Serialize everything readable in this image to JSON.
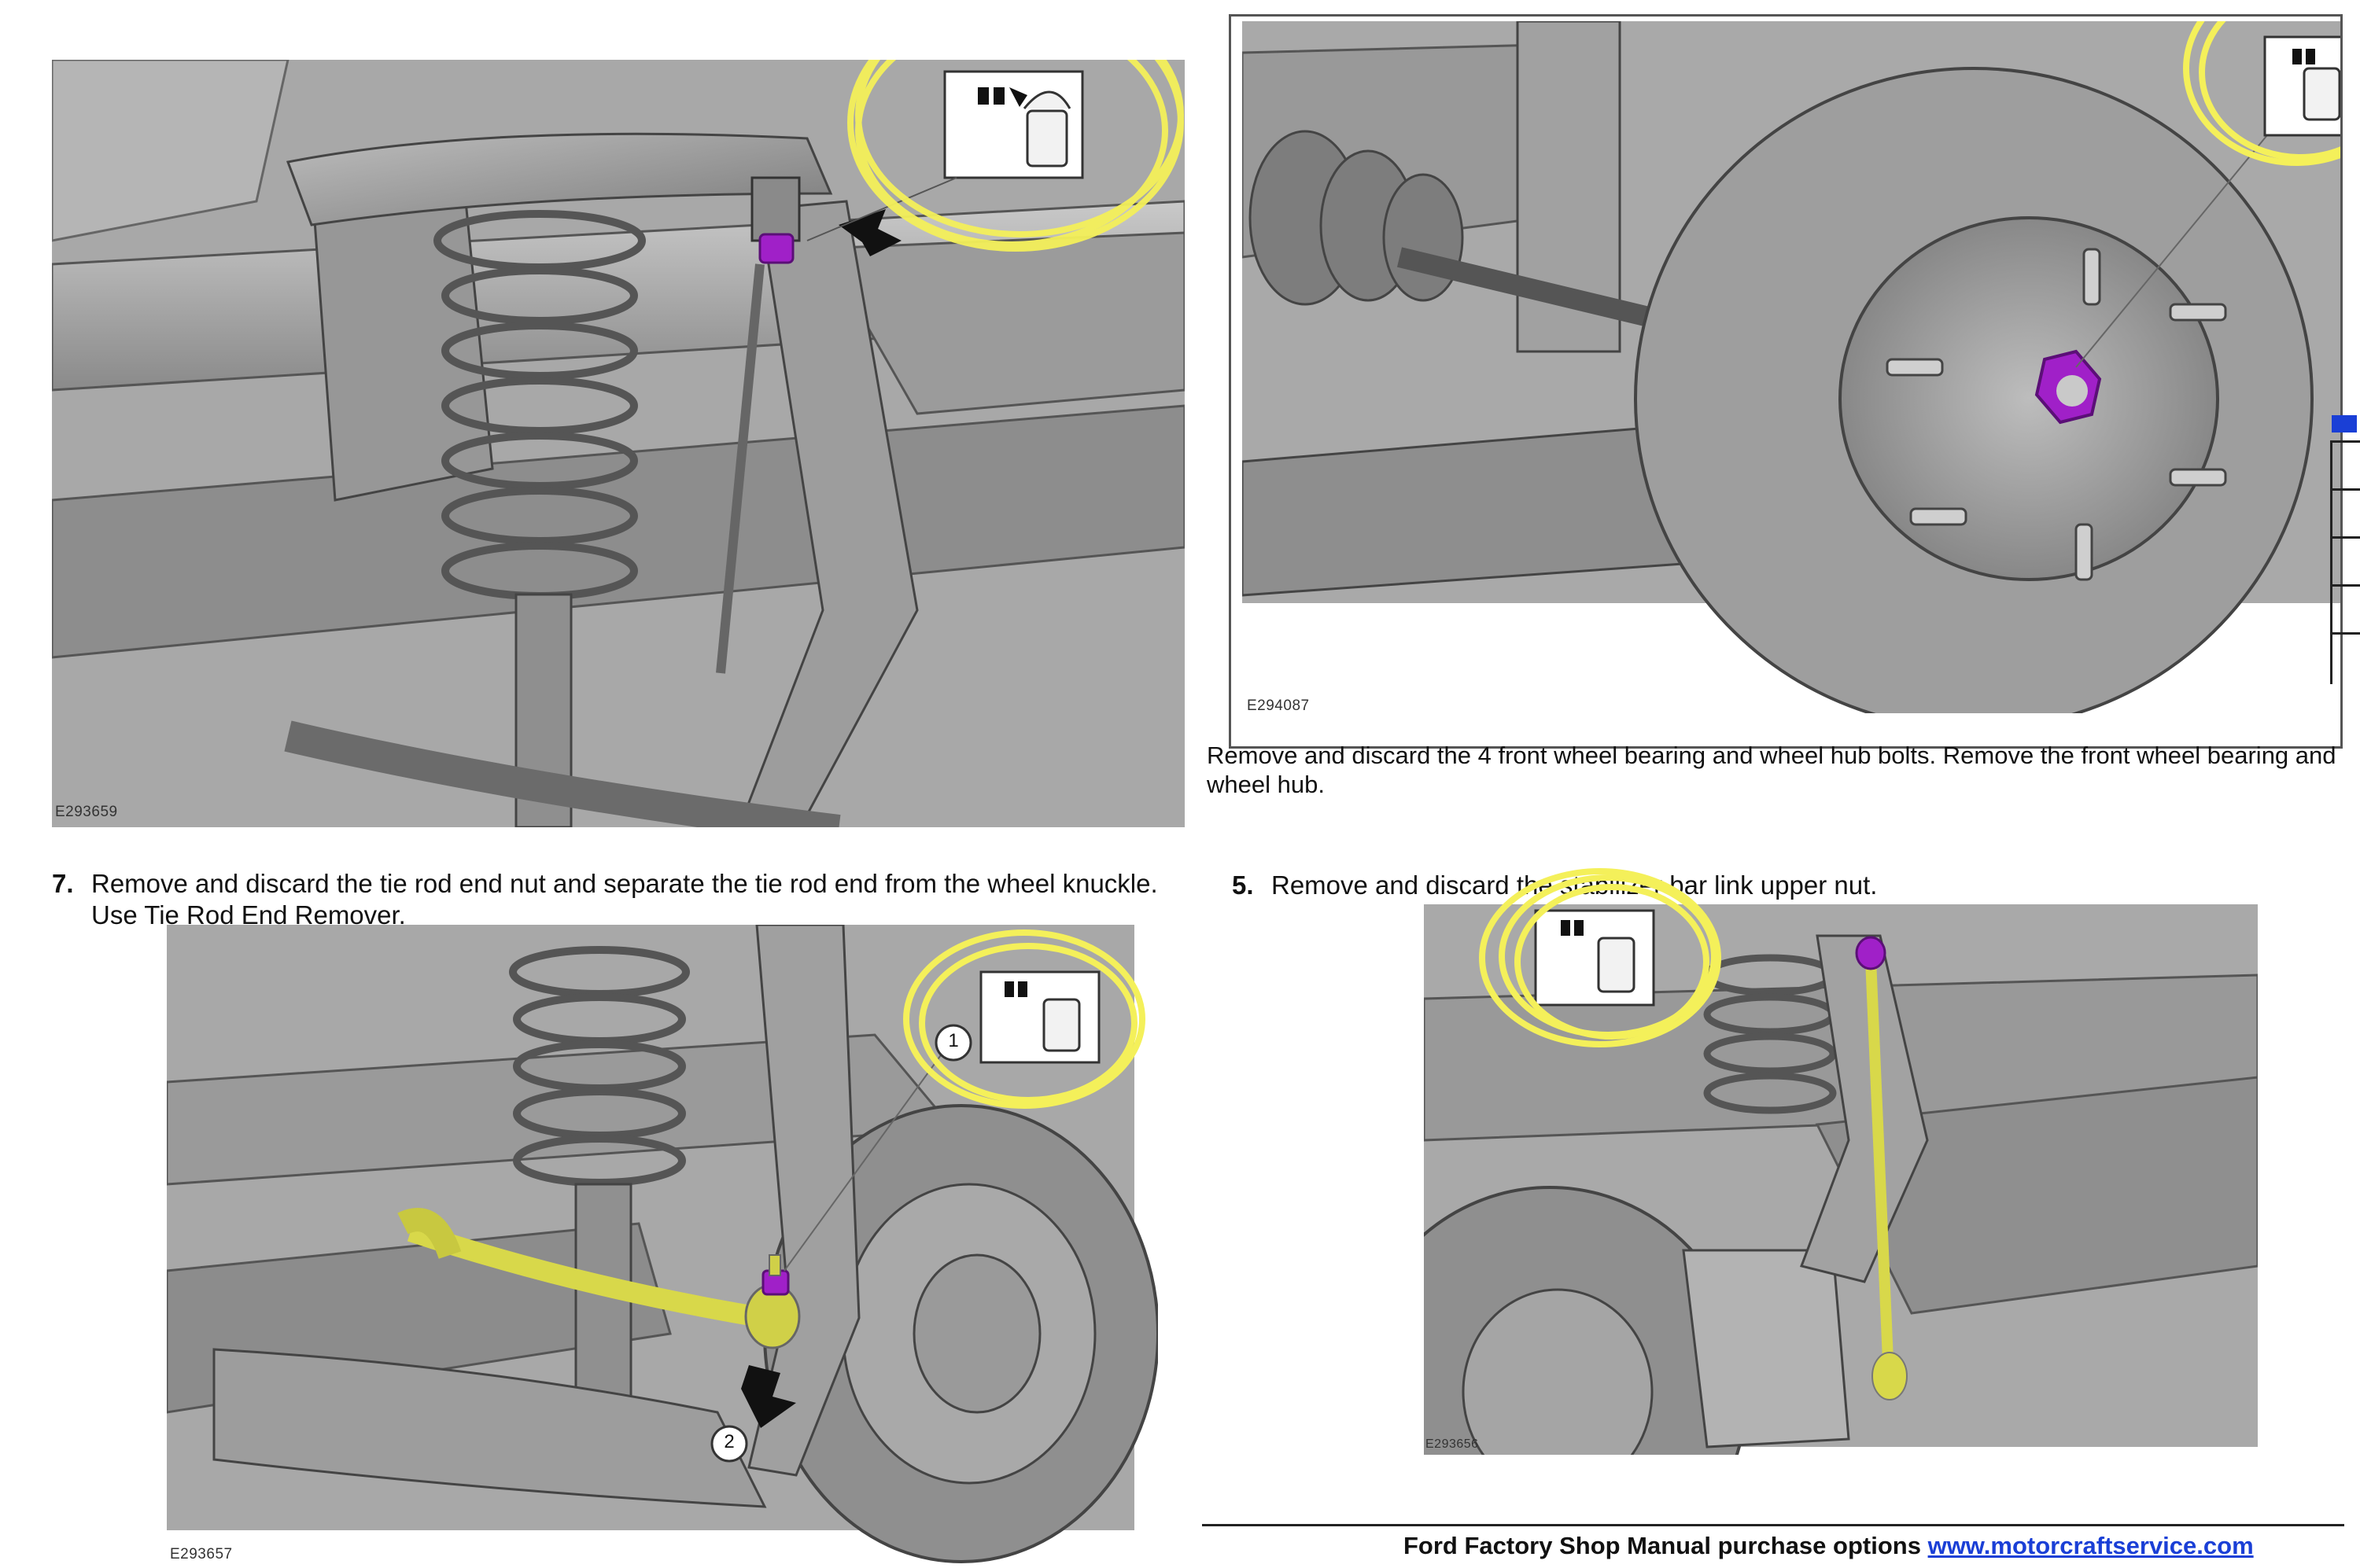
{
  "figures": [
    {
      "id": "E293659"
    },
    {
      "id": "E294087"
    },
    {
      "id": "E293657",
      "callouts": [
        "1",
        "2"
      ]
    },
    {
      "id": "E293656"
    }
  ],
  "captions": {
    "hub_bolts_line1": "Remove and discard the 4 front wheel bearing and wheel hub bolts. Remove the front wheel bearing and",
    "hub_bolts_line2": "wheel hub."
  },
  "steps": [
    {
      "number": "7.",
      "line1": "Remove and discard the tie rod end nut and separate the tie rod end from the wheel knuckle.",
      "line2": "Use Tie Rod End Remover."
    },
    {
      "number": "5.",
      "line1": "Remove and discard the stabilizer bar link upper nut."
    }
  ],
  "footer": {
    "text": "Ford Factory Shop Manual purchase options",
    "link": "www.motorcraftservice.com"
  },
  "icons": {
    "discard": "trash-can-icon",
    "highlight_color": "#f4f05a",
    "part_color": "#a020c8",
    "component_color": "#d8d84a"
  }
}
